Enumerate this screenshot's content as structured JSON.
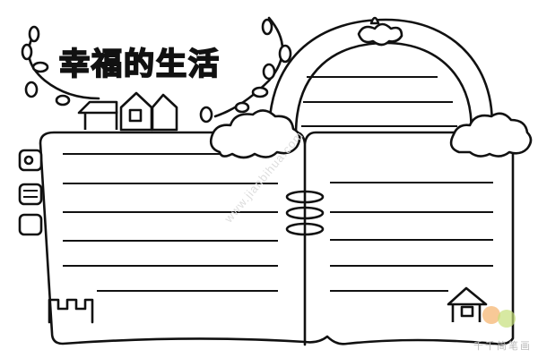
{
  "title": "幸福的生活",
  "watermark": {
    "url": "www.jianbihua.com",
    "brand": "千千简笔画"
  },
  "colors": {
    "line": "#111111",
    "logo_orange": "#f5b26b",
    "logo_green": "#c6df7a"
  }
}
